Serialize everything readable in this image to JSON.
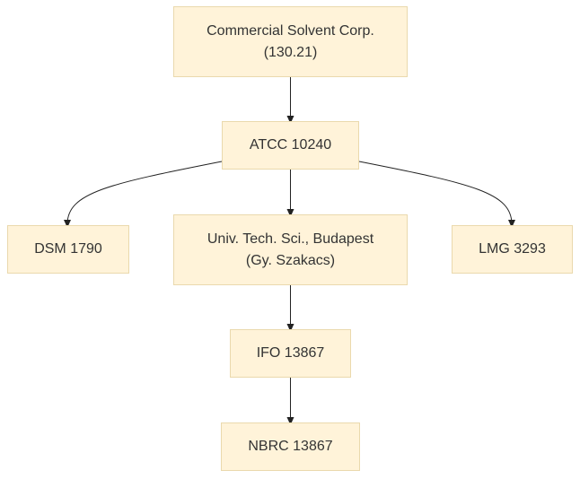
{
  "diagram": {
    "nodes": [
      {
        "id": "csc",
        "lines": [
          "Commercial Solvent Corp.",
          "(130.21)"
        ]
      },
      {
        "id": "atcc",
        "lines": [
          "ATCC 10240"
        ]
      },
      {
        "id": "dsm",
        "lines": [
          "DSM 1790"
        ]
      },
      {
        "id": "univ",
        "lines": [
          "Univ. Tech. Sci., Budapest",
          "(Gy. Szakacs)"
        ]
      },
      {
        "id": "lmg",
        "lines": [
          "LMG 3293"
        ]
      },
      {
        "id": "ifo",
        "lines": [
          "IFO 13867"
        ]
      },
      {
        "id": "nbrc",
        "lines": [
          "NBRC 13867"
        ]
      }
    ],
    "edges": [
      {
        "from": "csc",
        "to": "atcc"
      },
      {
        "from": "atcc",
        "to": "dsm"
      },
      {
        "from": "atcc",
        "to": "univ"
      },
      {
        "from": "atcc",
        "to": "lmg"
      },
      {
        "from": "univ",
        "to": "ifo"
      },
      {
        "from": "ifo",
        "to": "nbrc"
      }
    ],
    "colors": {
      "node_fill": "#fff3d9",
      "node_border": "#ead9ad",
      "edge": "#222222",
      "text": "#333333"
    }
  }
}
